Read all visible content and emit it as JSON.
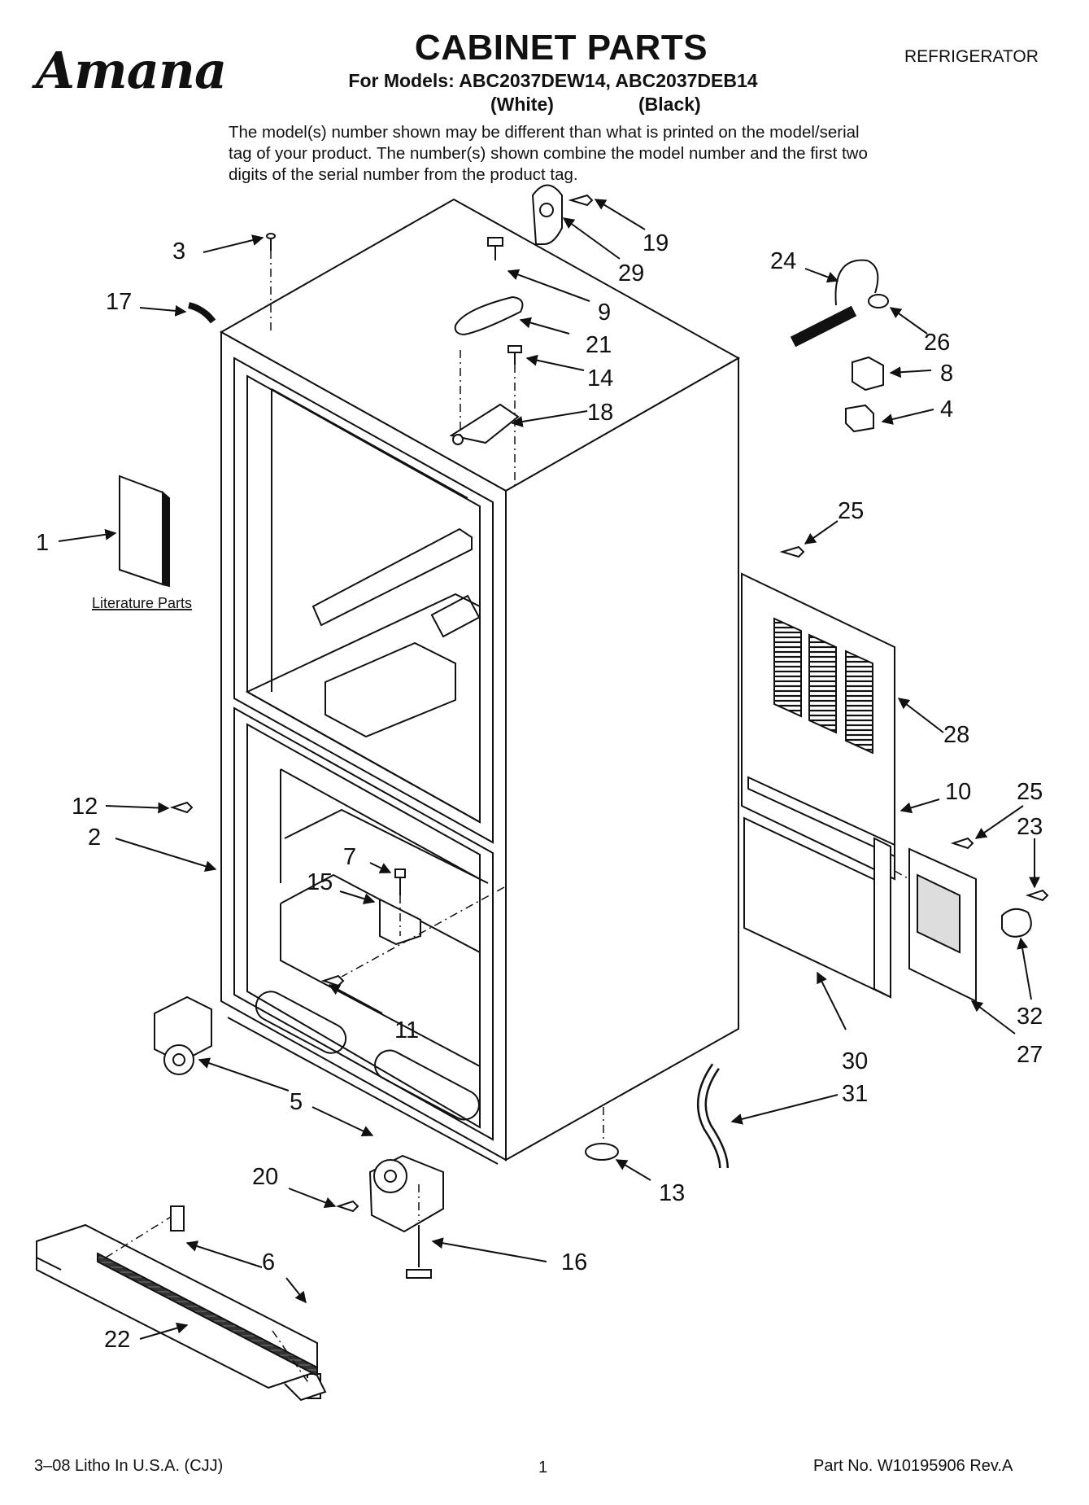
{
  "header": {
    "brand": "Amana",
    "title": "CABINET PARTS",
    "models_line": "For Models: ABC2037DEW14, ABC2037DEB14",
    "model_colors": [
      "(White)",
      "(Black)"
    ],
    "category": "REFRIGERATOR",
    "notice": "The model(s) number shown may be different than what is printed on the model/serial tag of your product. The number(s) shown combine the model number and the first two digits of the serial number from the product tag."
  },
  "diagram": {
    "literature_label": "Literature Parts",
    "callouts": [
      {
        "id": "c3",
        "label": "3"
      },
      {
        "id": "c17",
        "label": "17"
      },
      {
        "id": "c19",
        "label": "19"
      },
      {
        "id": "c29",
        "label": "29"
      },
      {
        "id": "c9",
        "label": "9"
      },
      {
        "id": "c21",
        "label": "21"
      },
      {
        "id": "c14",
        "label": "14"
      },
      {
        "id": "c18",
        "label": "18"
      },
      {
        "id": "c24",
        "label": "24"
      },
      {
        "id": "c26",
        "label": "26"
      },
      {
        "id": "c8",
        "label": "8"
      },
      {
        "id": "c4",
        "label": "4"
      },
      {
        "id": "c1",
        "label": "1"
      },
      {
        "id": "c25a",
        "label": "25"
      },
      {
        "id": "c28",
        "label": "28"
      },
      {
        "id": "c12",
        "label": "12"
      },
      {
        "id": "c10",
        "label": "10"
      },
      {
        "id": "c25b",
        "label": "25"
      },
      {
        "id": "c23",
        "label": "23"
      },
      {
        "id": "c2",
        "label": "2"
      },
      {
        "id": "c7",
        "label": "7"
      },
      {
        "id": "c15",
        "label": "15"
      },
      {
        "id": "c11",
        "label": "11"
      },
      {
        "id": "c32",
        "label": "32"
      },
      {
        "id": "c27",
        "label": "27"
      },
      {
        "id": "c30",
        "label": "30"
      },
      {
        "id": "c31",
        "label": "31"
      },
      {
        "id": "c5",
        "label": "5"
      },
      {
        "id": "c20",
        "label": "20"
      },
      {
        "id": "c13",
        "label": "13"
      },
      {
        "id": "c16",
        "label": "16"
      },
      {
        "id": "c6",
        "label": "6"
      },
      {
        "id": "c22",
        "label": "22"
      }
    ]
  },
  "footer": {
    "print_info": "3–08 Litho In U.S.A. (CJJ)",
    "page_number": "1",
    "part_number": "Part No. W10195906 Rev.A"
  }
}
